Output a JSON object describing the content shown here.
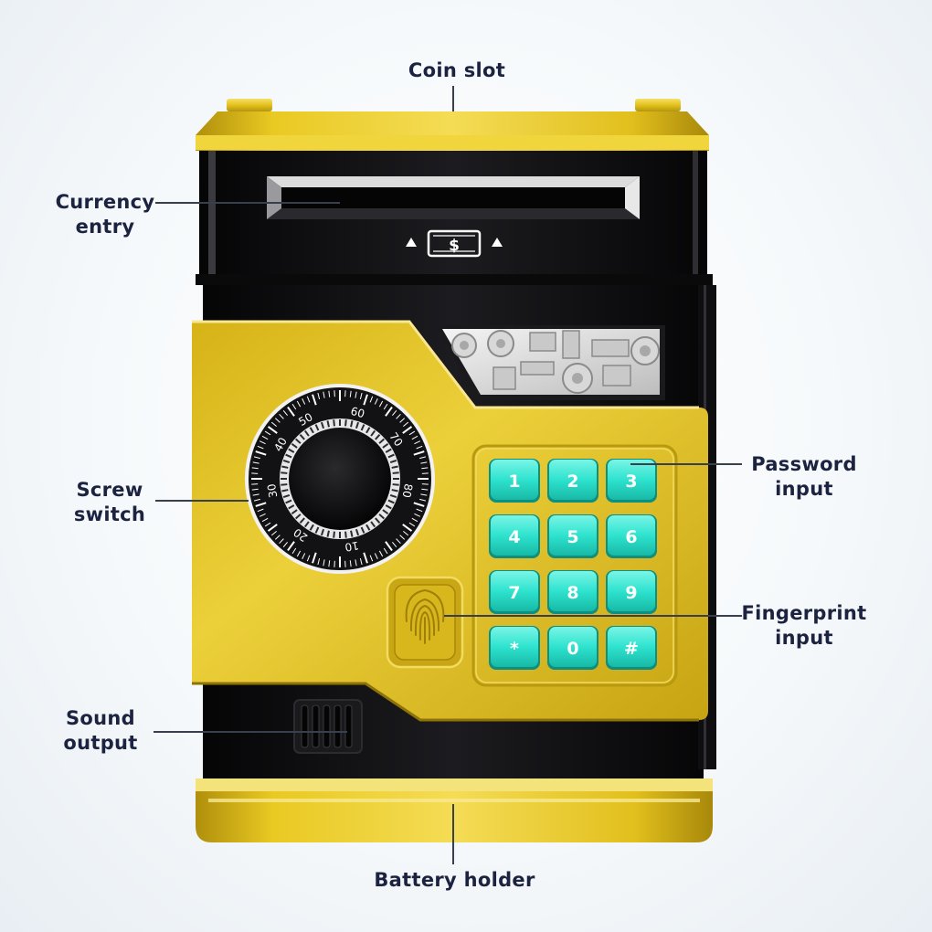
{
  "labels": {
    "coin_slot": "Coin slot",
    "currency_entry": [
      "Currency",
      "entry"
    ],
    "screw_switch": [
      "Screw",
      "switch"
    ],
    "sound_output": [
      "Sound",
      "output"
    ],
    "password_input": [
      "Password",
      "input"
    ],
    "fingerprint_input": [
      "Fingerprint",
      "input"
    ],
    "battery_holder": "Battery holder"
  },
  "keypad": [
    "1",
    "2",
    "3",
    "4",
    "5",
    "6",
    "7",
    "8",
    "9",
    "*",
    "0",
    "#"
  ],
  "dial_numbers": [
    "50",
    "60",
    "70",
    "80",
    "10",
    "20",
    "30",
    "40"
  ],
  "banknote_symbol": "$",
  "colors": {
    "gold": "#e3c21c",
    "gold_dark": "#b99a0e",
    "black_body": "#141416",
    "key_cyan": "#2ee3cf",
    "label_text": "#1c2340"
  },
  "icons": [
    "banknote-icon",
    "triangle-up-icon",
    "fingerprint-icon",
    "speaker-grille-icon"
  ]
}
